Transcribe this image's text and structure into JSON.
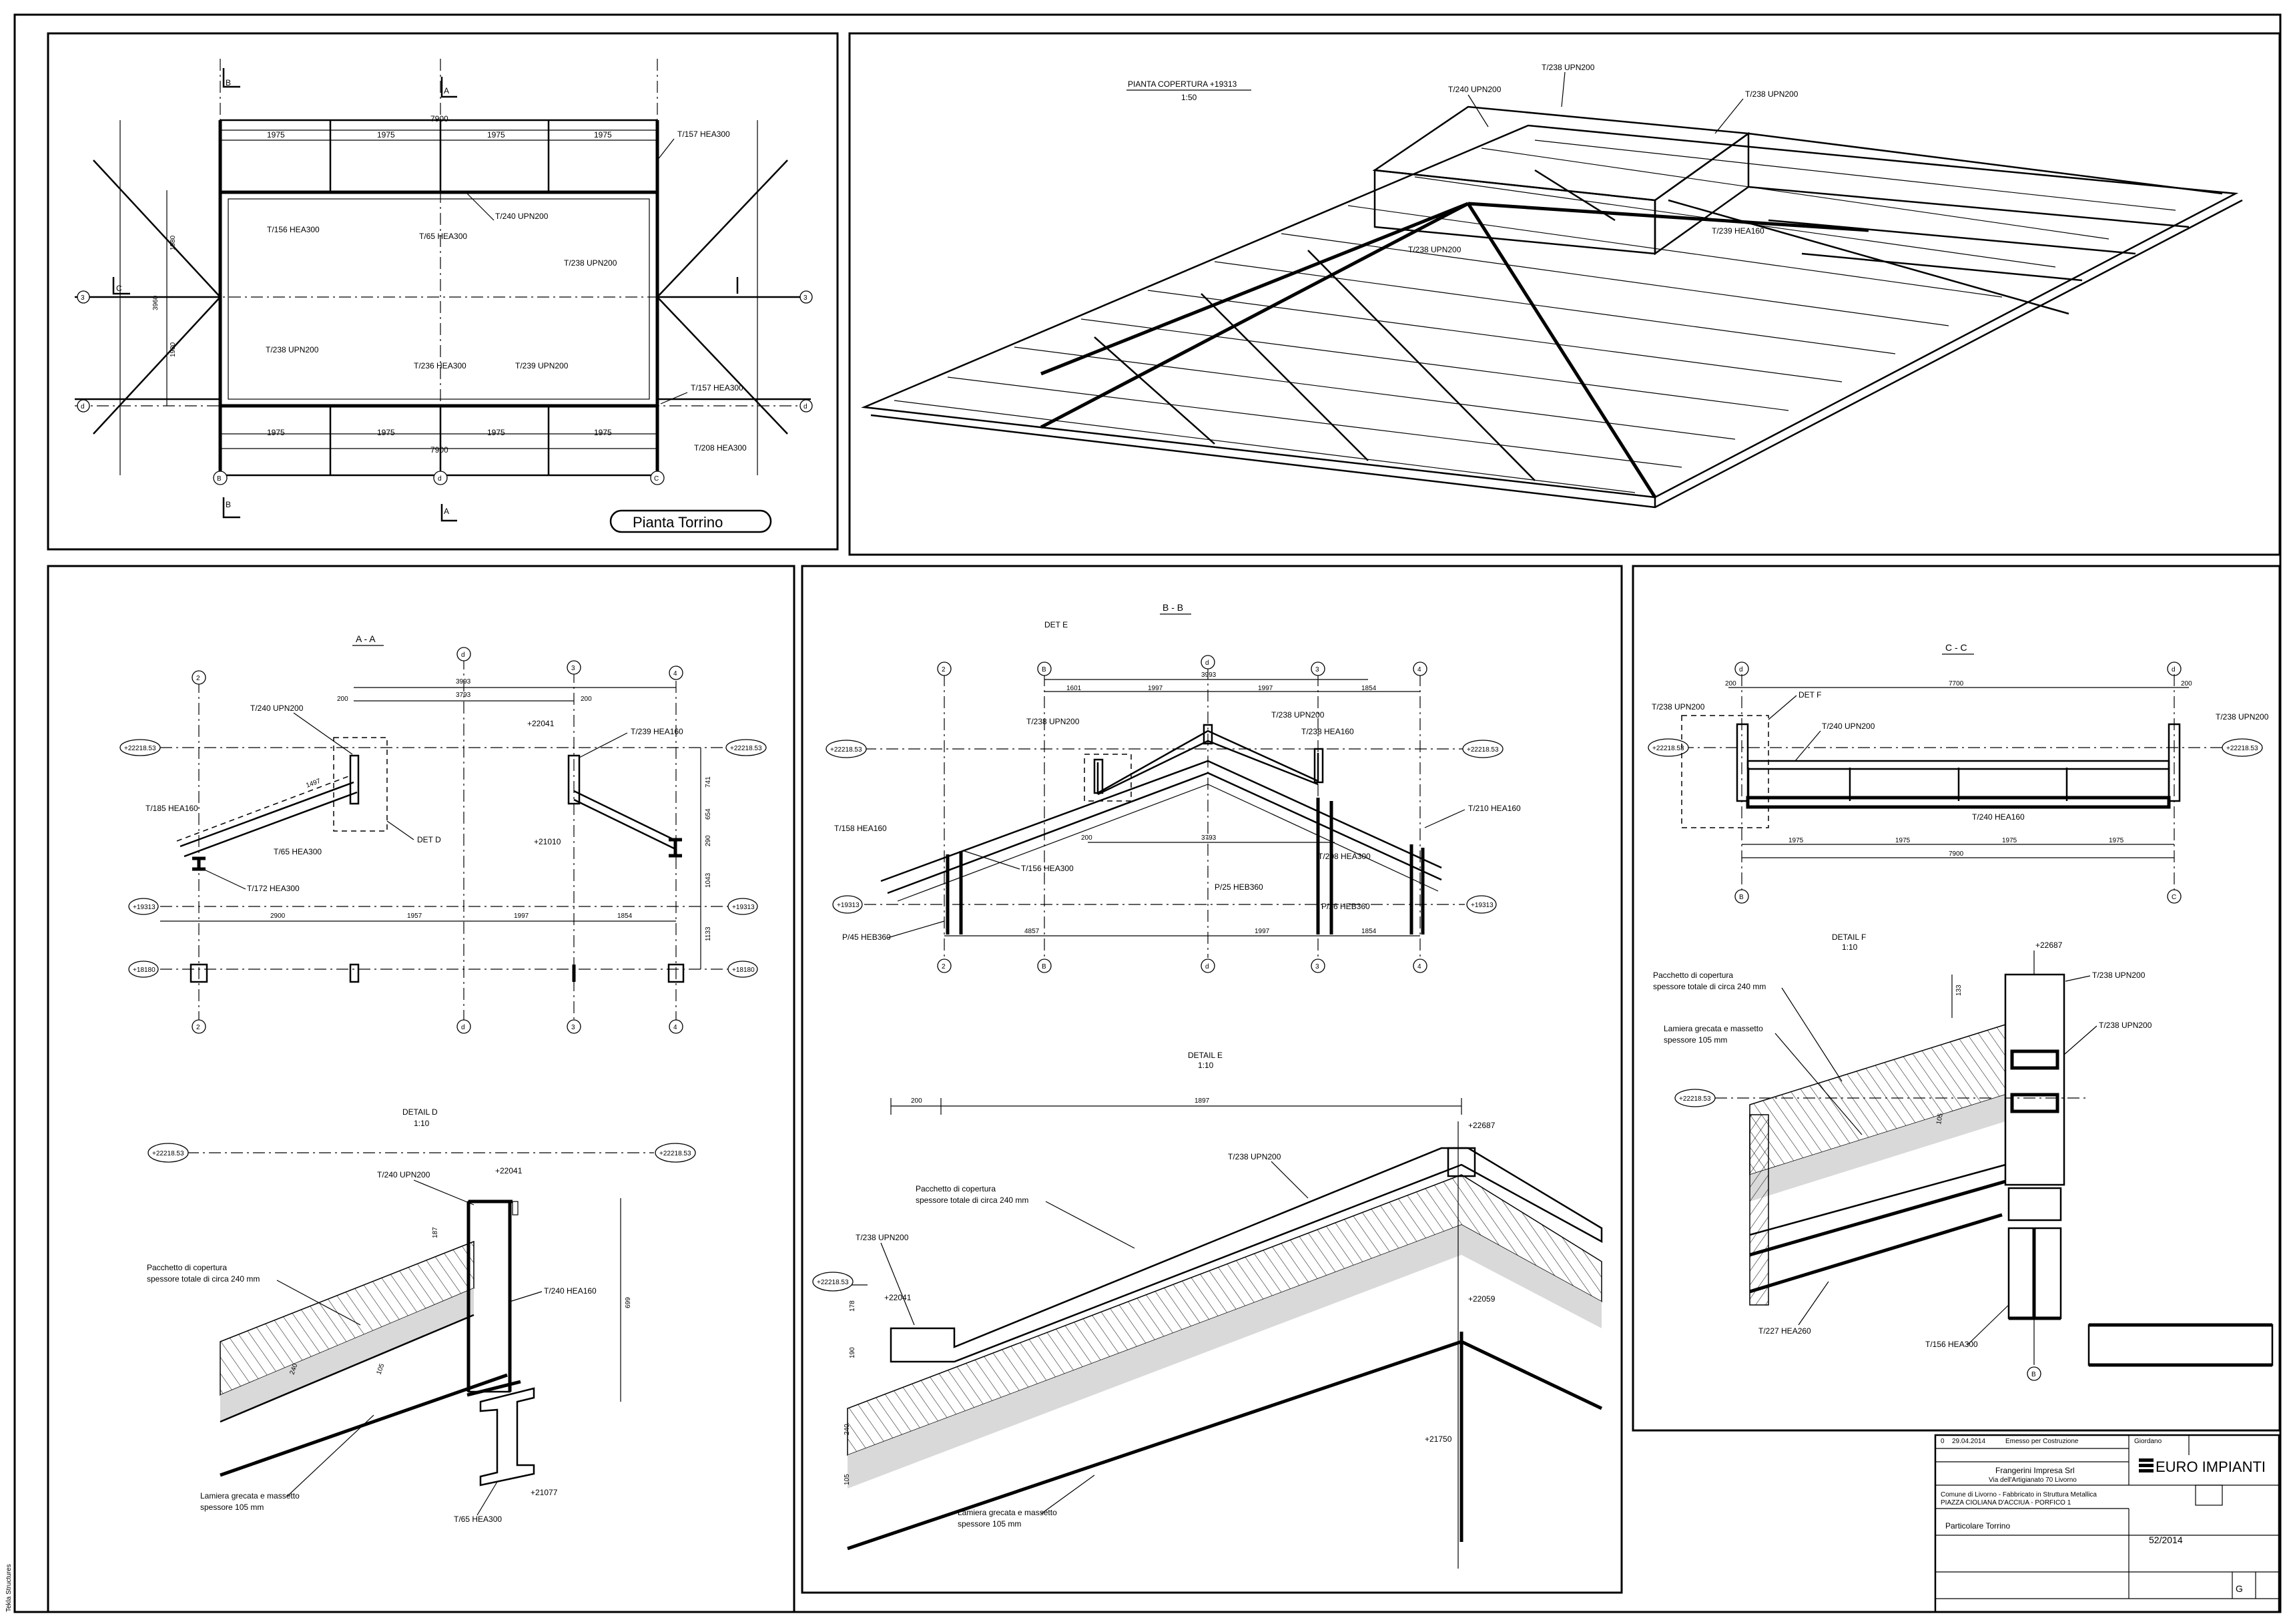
{
  "plan": {
    "title": "Pianta Torrino",
    "section_marks": [
      "B",
      "A",
      "C",
      "B",
      "A"
    ],
    "grid": [
      "B",
      "d",
      "C",
      "3",
      "3",
      "d",
      "d"
    ],
    "dims_top": [
      "1975",
      "1975",
      "1975",
      "1975"
    ],
    "dims_bottom": [
      "1975",
      "1975",
      "1975",
      "1975"
    ],
    "overall": "7900",
    "overall_bottom": "7900",
    "side_dims": [
      "1980",
      "1980",
      "3960"
    ],
    "labels": [
      "T/157 HEA300",
      "T/240 UPN200",
      "T/156 HEA300",
      "T/65 HEA300",
      "T/238 UPN200",
      "T/238 UPN200",
      "T/236 HEA300",
      "T/239 UPN200",
      "T/157 HEA300",
      "T/208 HEA300"
    ]
  },
  "iso": {
    "title": "PIANTA COPERTURA +19313",
    "scale": "1:50",
    "labels": [
      "T/238 UPN200",
      "T/240 UPN200",
      "T/238 UPN200",
      "T/239 HEA160",
      "T/238 UPN200"
    ]
  },
  "sec_a": {
    "title": "A - A",
    "grid": [
      "2",
      "d",
      "3",
      "4",
      "2",
      "d",
      "3",
      "4"
    ],
    "dims_top": [
      "3993",
      "3793",
      "200",
      "200"
    ],
    "dims_bottom": [
      "2900",
      "1957",
      "1997",
      "1854"
    ],
    "vert_dims": [
      "741",
      "654",
      "290",
      "1043",
      "1133"
    ],
    "levels": [
      "+22218.53",
      "+22218.53",
      "+19313",
      "+19313",
      "+18180",
      "+18180"
    ],
    "elev": [
      "+22041",
      "+21010"
    ],
    "labels": [
      "T/240 UPN200",
      "T/239 HEA160",
      "T/185 HEA160",
      "T/65 HEA300",
      "T/172 HEA300",
      "DET D"
    ],
    "slope": "1497"
  },
  "det_d": {
    "title": "DETAIL D",
    "scale": "1:10",
    "levels": [
      "+22218.53",
      "+22218.53"
    ],
    "elev": [
      "+22041",
      "+21077"
    ],
    "labels": [
      "T/240 UPN200",
      "T/240 HEA160",
      "T/65 HEA300"
    ],
    "note1": [
      "Pacchetto di copertura",
      "spessore totale di circa  240 mm"
    ],
    "note2": [
      "Lamiera grecata e massetto",
      "spessore 105 mm"
    ],
    "dims": [
      "187",
      "699",
      "240",
      "105"
    ]
  },
  "sec_b": {
    "title": "B - B",
    "det": "DET E",
    "grid": [
      "2",
      "B",
      "d",
      "3",
      "4",
      "2",
      "B",
      "d",
      "3",
      "4"
    ],
    "dims_top": [
      "1601",
      "1997",
      "1997",
      "1854"
    ],
    "overall_top": "3993",
    "dims_mid": [
      "200",
      "3793"
    ],
    "dims_bottom": [
      "4857",
      "1997",
      "1854"
    ],
    "levels": [
      "+22218.53",
      "+22218.53",
      "+19313",
      "+19313"
    ],
    "labels": [
      "T/238 UPN200",
      "T/238 UPN200",
      "T/238 HEA160",
      "T/210 HEA160",
      "T/158 HEA160",
      "T/156 HEA300",
      "T/208 HEA300",
      "P/25 HEB360",
      "P/26 HEB360",
      "P/45 HEB360"
    ]
  },
  "det_e": {
    "title": "DETAIL E",
    "scale": "1:10",
    "dims": [
      "200",
      "1897",
      "178",
      "190",
      "240",
      "105"
    ],
    "levels": [
      "+22218.53"
    ],
    "elev": [
      "+22687",
      "+22041",
      "+22059",
      "+21750"
    ],
    "labels": [
      "T/238 UPN200",
      "T/238 UPN200"
    ],
    "note1": [
      "Pacchetto di copertura",
      "spessore totale di circa  240 mm"
    ],
    "note2": [
      "Lamiera grecata e massetto",
      "spessore 105 mm"
    ]
  },
  "sec_c": {
    "title": "C - C",
    "det": "DET F",
    "grid": [
      "d",
      "d",
      "B",
      "C"
    ],
    "dims_top": [
      "200",
      "7700",
      "200"
    ],
    "dims_bottom": [
      "1975",
      "1975",
      "1975",
      "1975"
    ],
    "overall": "7900",
    "levels": [
      "+22218.53",
      "+22218.53"
    ],
    "labels": [
      "T/238 UPN200",
      "T/240 UPN200",
      "T/238 UPN200",
      "T/240 HEA160"
    ]
  },
  "det_f": {
    "title": "DETAIL F",
    "scale": "1:10",
    "elev": [
      "+22687"
    ],
    "levels": [
      "+22218.53"
    ],
    "dims": [
      "133",
      "105"
    ],
    "labels": [
      "T/238 UPN200",
      "T/238 UPN200",
      "T/227 HEA260",
      "T/156 HEA300"
    ],
    "note1": [
      "Pacchetto di copertura",
      "spessore totale di circa  240 mm"
    ],
    "note2": [
      "Lamiera grecata e massetto",
      "spessore 105 mm"
    ],
    "grid": "B"
  },
  "title_block": {
    "rev": [
      "0",
      "29.04.2014",
      "Emesso per Costruzione",
      "Giordano"
    ],
    "company_client": "Frangerini Impresa Srl",
    "client_addr": "Via dell'Artigianato 70     Livorno",
    "project_lines": [
      "Comune di Livorno - Fabbricato in Struttura Metallica",
      "PIAZZA CIOLIANA D'ACCIUA - PORFICO 1"
    ],
    "drawing": "Particolare Torrino",
    "number": "52/2014",
    "logo": "EURO IMPIANTI",
    "sheet": "G"
  },
  "margin_note": "Tekla Structures"
}
